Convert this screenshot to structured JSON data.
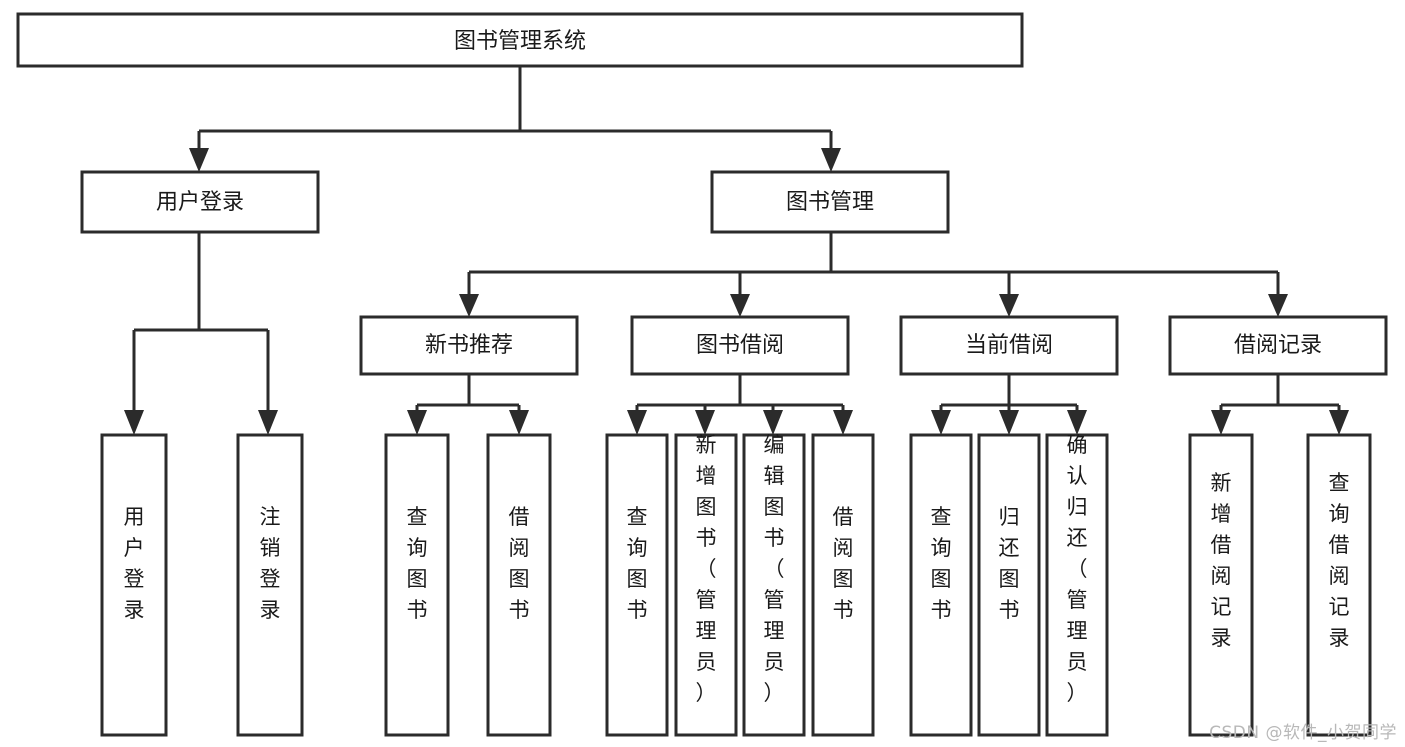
{
  "diagram": {
    "title": "图书管理系统",
    "type": "tree-hierarchy-diagram",
    "colors": {
      "stroke": "#2b2b2b",
      "fill": "#ffffff",
      "text": "#1a1a1a",
      "watermark": "#b8b8b8"
    },
    "root": {
      "label": "图书管理系统"
    },
    "level2": [
      {
        "label": "用户登录"
      },
      {
        "label": "图书管理"
      }
    ],
    "level3": [
      {
        "label": "新书推荐"
      },
      {
        "label": "图书借阅"
      },
      {
        "label": "当前借阅"
      },
      {
        "label": "借阅记录"
      }
    ],
    "leaves": {
      "user_login": [
        {
          "label": "用户登录"
        },
        {
          "label": "注销登录"
        }
      ],
      "new_book_recommend": [
        {
          "label": "查询图书"
        },
        {
          "label": "借阅图书"
        }
      ],
      "book_borrow": [
        {
          "label": "查询图书"
        },
        {
          "label": "新增图书（管理员）"
        },
        {
          "label": "编辑图书（管理员）"
        },
        {
          "label": "借阅图书"
        }
      ],
      "current_borrow": [
        {
          "label": "查询图书"
        },
        {
          "label": "归还图书"
        },
        {
          "label": "确认归还（管理员）"
        }
      ],
      "borrow_record": [
        {
          "label": "新增借阅记录"
        },
        {
          "label": "查询借阅记录"
        }
      ]
    }
  },
  "watermark": {
    "text": "CSDN @软件_小贺同学"
  }
}
